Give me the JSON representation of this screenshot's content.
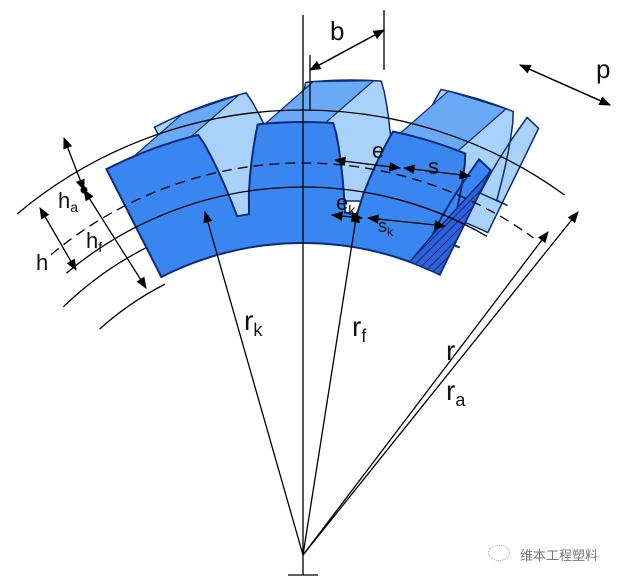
{
  "labels": {
    "b": {
      "main": "b",
      "sub": ""
    },
    "p": {
      "main": "p",
      "sub": ""
    },
    "e": {
      "main": "e",
      "sub": ""
    },
    "s": {
      "main": "s",
      "sub": ""
    },
    "ek": {
      "main": "e",
      "sub": "k"
    },
    "sk": {
      "main": "s",
      "sub": "k"
    },
    "ha": {
      "main": "h",
      "sub": "a"
    },
    "hf": {
      "main": "h",
      "sub": "f"
    },
    "h": {
      "main": "h",
      "sub": ""
    },
    "rk": {
      "main": "r",
      "sub": "k"
    },
    "rf": {
      "main": "r",
      "sub": "f"
    },
    "r": {
      "main": "r",
      "sub": ""
    },
    "ra": {
      "main": "r",
      "sub": "a"
    }
  },
  "colors": {
    "gear_front": "#3a86f0",
    "gear_top": "#a9d2fb",
    "gear_side": "#6aaaf5",
    "outline": "#0a2a7a",
    "section_hatch": "#1c3a9a"
  },
  "watermark": "维本工程塑料"
}
